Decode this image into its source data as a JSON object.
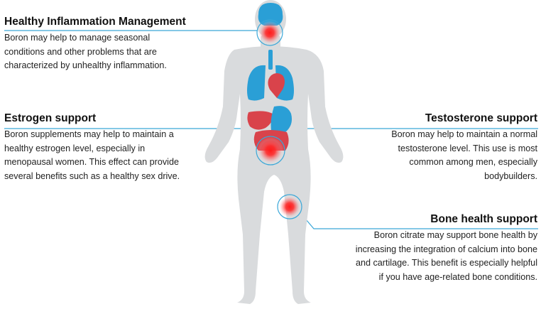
{
  "sections": {
    "inflammation": {
      "title": "Healthy Inflammation Management",
      "body": "Boron may help to manage seasonal conditions and other problems that are characterized by unhealthy inflammation."
    },
    "estrogen": {
      "title": "Estrogen support",
      "body": "Boron supplements may help to maintain a healthy estrogen level, especially in menopausal women. This effect can provide several benefits such as a healthy sex drive."
    },
    "testosterone": {
      "title": "Testosterone support",
      "body": "Boron may help to maintain a normal testosterone level. This use is most common among men, especially bodybuilders."
    },
    "bone": {
      "title": "Bone health support",
      "body": "Boron citrate may support bone health by increasing the integration of calcium into bone and cartilage. This benefit is especially helpful if you have age-related bone conditions."
    }
  },
  "colors": {
    "body": "#d9dbdd",
    "organ_blue": "#2a9fd6",
    "organ_red": "#d9434b",
    "hotspot": "#ff1a1a",
    "callout_line": "#3aa7d8"
  },
  "icons": [
    "human-body-icon",
    "brain-icon",
    "lungs-icon",
    "heart-icon",
    "liver-icon",
    "stomach-icon",
    "intestine-icon"
  ]
}
